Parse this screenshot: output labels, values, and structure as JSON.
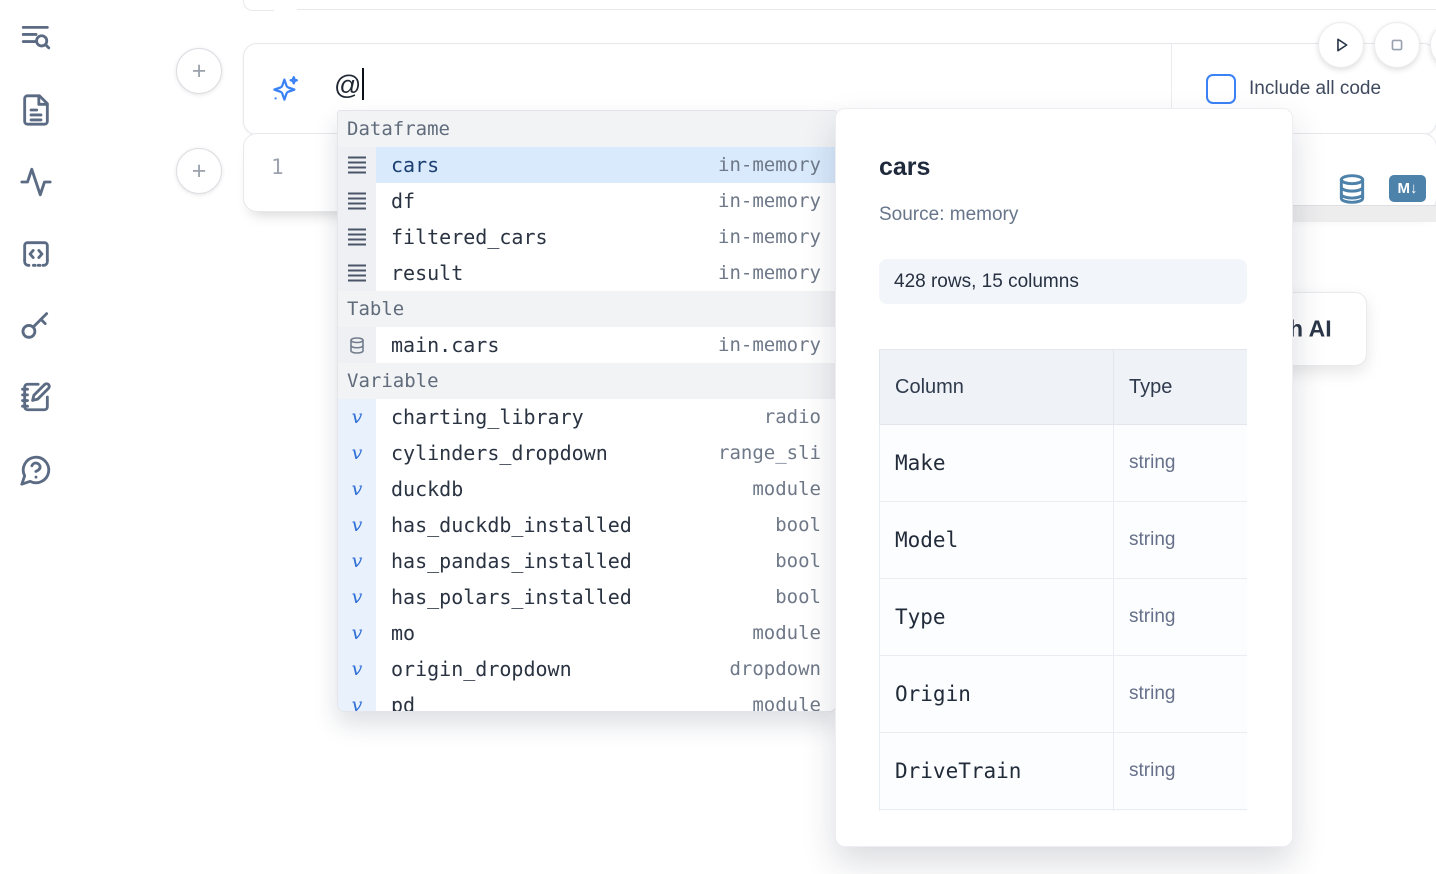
{
  "sidebar": {
    "icons": [
      "list-search",
      "document",
      "activity",
      "code-cell",
      "key",
      "notebook-pen",
      "help"
    ]
  },
  "controls": {
    "add_cell_label": "+"
  },
  "prompt_cell": {
    "value": "@",
    "include_all_code_label": "Include all code",
    "include_all_code_checked": false
  },
  "code_cell": {
    "line_number": "1",
    "markdown_badge": "M↓"
  },
  "autocomplete": {
    "variable_icon_glyph": "v",
    "rows": [
      {
        "kind": "section",
        "label": "Dataframe"
      },
      {
        "kind": "item",
        "icon": "rows",
        "name": "cars",
        "type": "in-memory",
        "selected": true
      },
      {
        "kind": "item",
        "icon": "rows",
        "name": "df",
        "type": "in-memory"
      },
      {
        "kind": "item",
        "icon": "rows",
        "name": "filtered_cars",
        "type": "in-memory"
      },
      {
        "kind": "item",
        "icon": "rows",
        "name": "result",
        "type": "in-memory"
      },
      {
        "kind": "section",
        "label": "Table"
      },
      {
        "kind": "item",
        "icon": "database",
        "name": "main.cars",
        "type": "in-memory"
      },
      {
        "kind": "section",
        "label": "Variable"
      },
      {
        "kind": "item",
        "icon": "variable",
        "name": "charting_library",
        "type": "radio"
      },
      {
        "kind": "item",
        "icon": "variable",
        "name": "cylinders_dropdown",
        "type": "range_sli"
      },
      {
        "kind": "item",
        "icon": "variable",
        "name": "duckdb",
        "type": "module"
      },
      {
        "kind": "item",
        "icon": "variable",
        "name": "has_duckdb_installed",
        "type": "bool"
      },
      {
        "kind": "item",
        "icon": "variable",
        "name": "has_pandas_installed",
        "type": "bool"
      },
      {
        "kind": "item",
        "icon": "variable",
        "name": "has_polars_installed",
        "type": "bool"
      },
      {
        "kind": "item",
        "icon": "variable",
        "name": "mo",
        "type": "module"
      },
      {
        "kind": "item",
        "icon": "variable",
        "name": "origin_dropdown",
        "type": "dropdown"
      },
      {
        "kind": "item",
        "icon": "variable",
        "name": "pd",
        "type": "module"
      }
    ]
  },
  "preview_panel": {
    "title": "cars",
    "source": "Source: memory",
    "shape_badge": "428 rows, 15 columns",
    "schema_table": {
      "headers": [
        "Column",
        "Type"
      ],
      "rows": [
        {
          "column": "Make",
          "type": "string"
        },
        {
          "column": "Model",
          "type": "string"
        },
        {
          "column": "Type",
          "type": "string"
        },
        {
          "column": "Origin",
          "type": "string"
        },
        {
          "column": "DriveTrain",
          "type": "string"
        },
        {
          "column": "",
          "type": ""
        }
      ]
    }
  },
  "partial_ai_button": {
    "visible_label": "h AI"
  },
  "colors": {
    "accent": "#3b82f6",
    "steel_blue": "#4d82ab",
    "selected_bg": "#d9eafc"
  }
}
